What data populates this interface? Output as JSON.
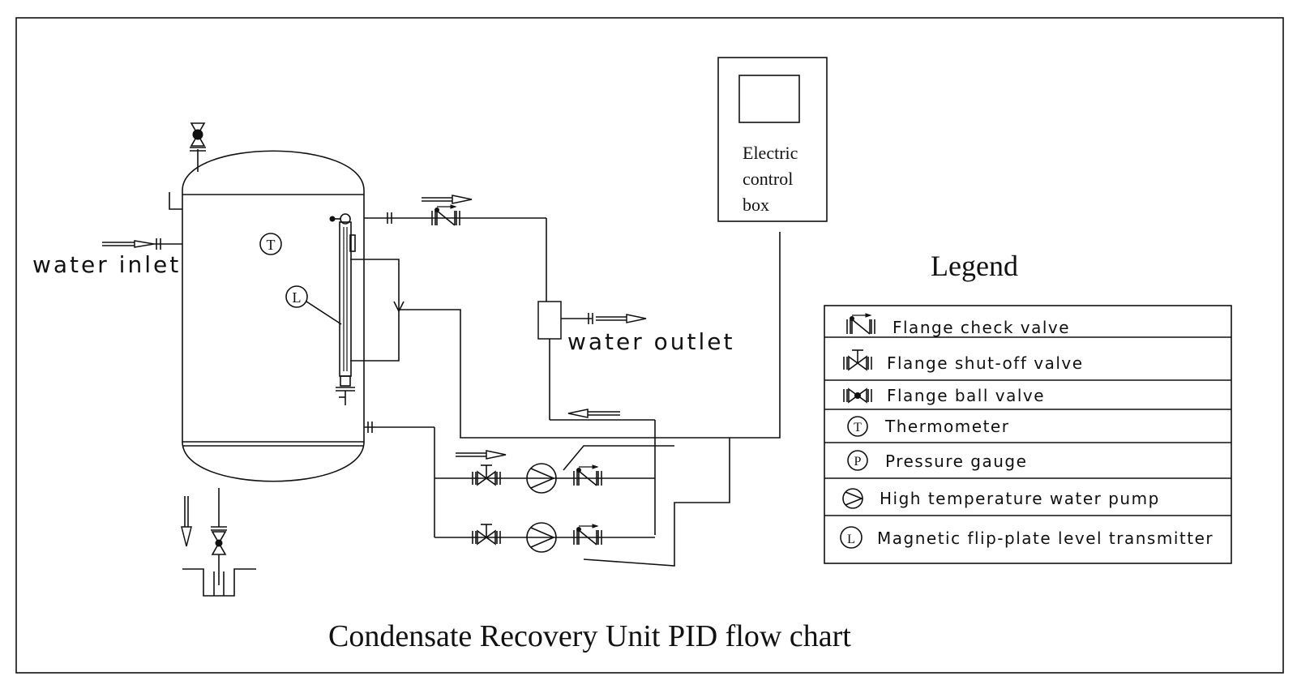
{
  "title": "Condensate Recovery Unit PID flow chart",
  "labels": {
    "water_inlet": "water inlet",
    "water_outlet": "water outlet",
    "control_box": [
      "Electric",
      "control",
      "box"
    ],
    "thermometer_tag": "T",
    "level_tag": "L"
  },
  "legend": {
    "heading": "Legend",
    "items": [
      {
        "symbol": "flange-check-valve",
        "label": "Flange check valve"
      },
      {
        "symbol": "flange-shut-off-valve",
        "label": "Flange shut-off valve"
      },
      {
        "symbol": "flange-ball-valve",
        "label": "Flange ball valve"
      },
      {
        "symbol": "T",
        "label": "Thermometer"
      },
      {
        "symbol": "P",
        "label": "Pressure gauge"
      },
      {
        "symbol": "pump",
        "label": "High temperature water pump"
      },
      {
        "symbol": "L",
        "label": "Magnetic flip-plate level transmitter"
      }
    ]
  }
}
